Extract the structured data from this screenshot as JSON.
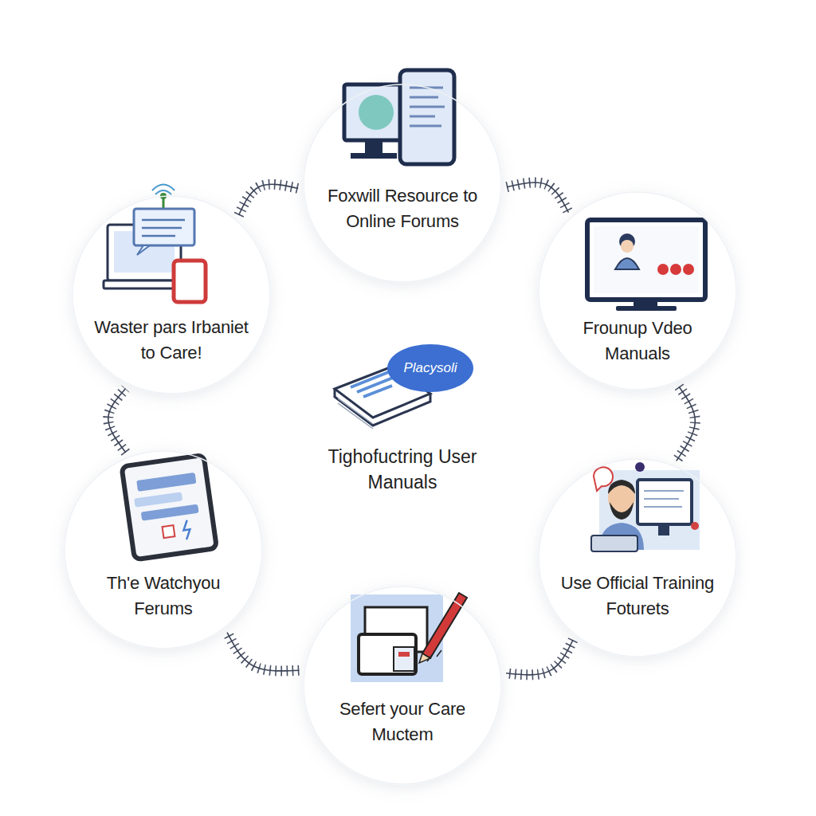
{
  "diagram": {
    "nodes": [
      {
        "text": [
          "Foxwill Resource to Online Forums"
        ]
      },
      {
        "text": [
          "Waster pars Irbaniet to Care!"
        ]
      },
      {
        "text": [
          "Frounup Vdeo Manuals"
        ]
      },
      {
        "text": [
          "Th'e Watchyou Ferums"
        ]
      },
      {
        "text": [
          "Use Official Training Foturets"
        ]
      },
      {
        "text": [
          "Sefert your Care Muctem"
        ]
      }
    ],
    "edges": [
      {
        "from": 0,
        "to": 2,
        "arrow": "none"
      },
      {
        "from": 2,
        "to": 4,
        "arrow": "none"
      },
      {
        "from": 4,
        "to": 5,
        "arrow": "none"
      },
      {
        "from": 5,
        "to": 3,
        "arrow": "none"
      },
      {
        "from": 3,
        "to": 1,
        "arrow": "none"
      },
      {
        "from": 1,
        "to": 0,
        "arrow": "none"
      }
    ],
    "labels": [
      "Placysoli",
      "Tighofuctring User Manuals"
    ]
  }
}
